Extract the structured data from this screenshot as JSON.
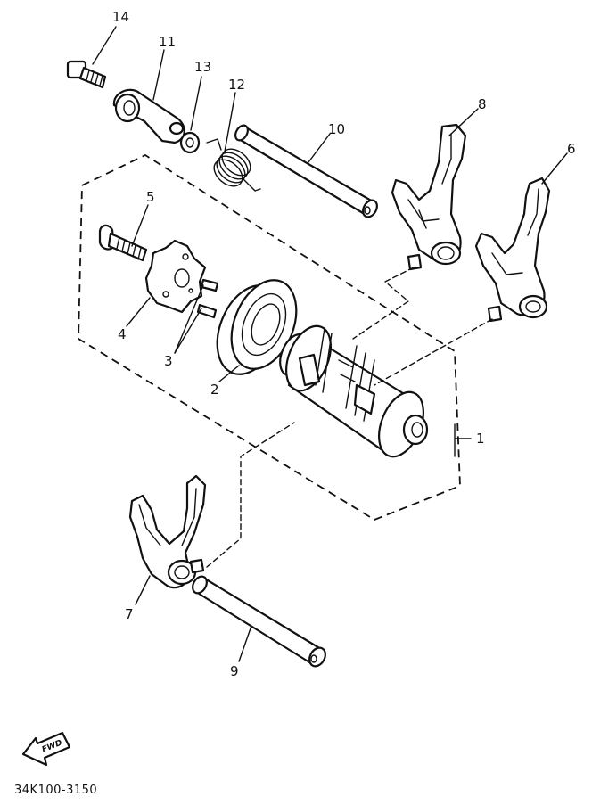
{
  "callouts": {
    "c1": "1",
    "c2": "2",
    "c3": "3",
    "c4": "4",
    "c5": "5",
    "c6": "6",
    "c7": "7",
    "c8": "8",
    "c9": "9",
    "c10": "10",
    "c11": "11",
    "c12": "12",
    "c13": "13",
    "c14": "14"
  },
  "fwd_label": "FWD",
  "diagram_code": "34K100-3150"
}
